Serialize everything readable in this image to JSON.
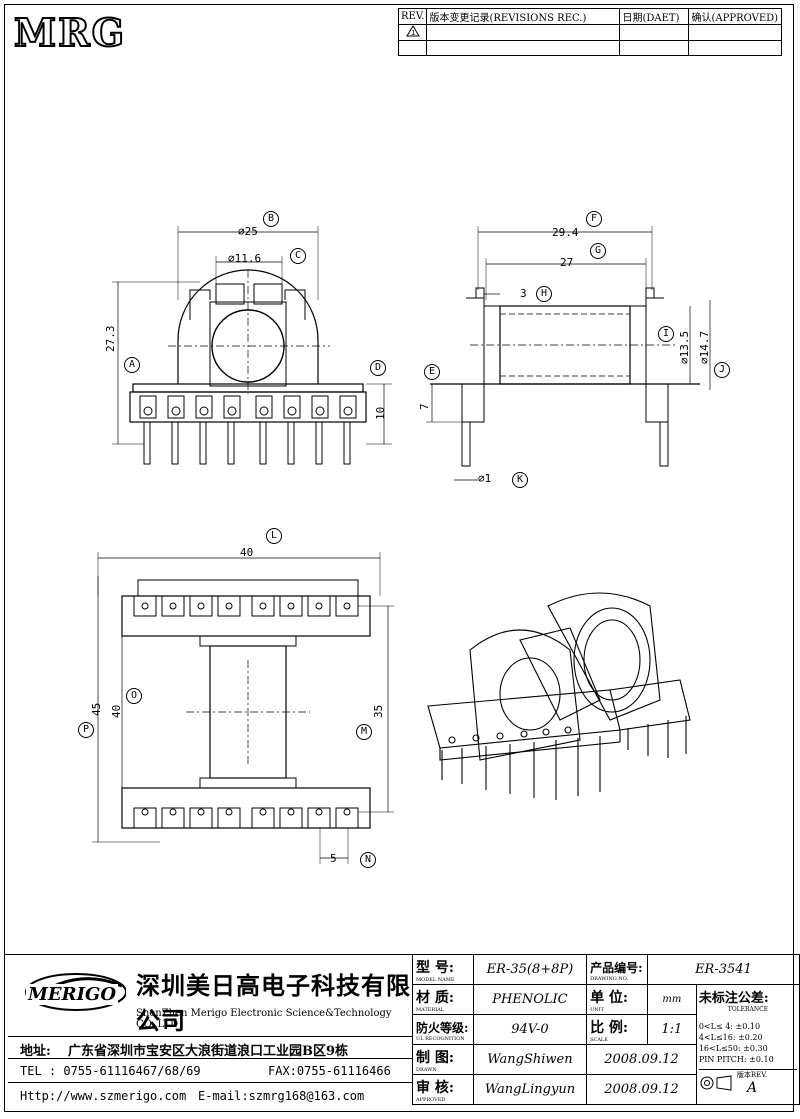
{
  "header": {
    "logo": "MRG",
    "revisions": {
      "col_rev": "REV.",
      "col_record": "版本变更记录(REVISIONS REC.)",
      "col_date": "日期(DAET)",
      "col_approved": "确认(APPROVED)",
      "row1_rev": "1"
    }
  },
  "dimensions": {
    "B": "B",
    "dia25": "⌀25",
    "C": "C",
    "dia11_6": "⌀11.6",
    "A": "A",
    "h27_3": "27.3",
    "D": "D",
    "h10": "10",
    "F": "F",
    "w29_4": "29.4",
    "G": "G",
    "w27": "27",
    "H": "H",
    "w3": "3",
    "I": "I",
    "dia13_5": "⌀13.5",
    "J": "J",
    "dia14_7": "⌀14.7",
    "E": "E",
    "h7": "7",
    "K": "K",
    "dia1": "⌀1",
    "L": "L",
    "w40": "40",
    "O": "O",
    "h40": "40",
    "P": "P",
    "h45": "45",
    "M": "M",
    "h35": "35",
    "N": "N",
    "p5": "5"
  },
  "title_block": {
    "company_cn": "深圳美日高电子科技有限公司",
    "company_en": "ShenZhen Merigo Electronic Science&Technology CO.,LTD",
    "logo2": "MERIGO",
    "address_label": "地址:",
    "address": "广东省深圳市宝安区大浪街道浪口工业园B区9栋",
    "tel": "TEL : 0755-61116467/68/69",
    "fax": "FAX:0755-61116466",
    "http": "Http://www.szmerigo.com",
    "email": "E-mail:szmrg168@163.com",
    "model_label": "型 号:",
    "model_sub": "MODEL NAME",
    "model": "ER-35(8+8P)",
    "drawing_label": "产品编号:",
    "drawing_sub": "DRAWING NO.",
    "drawing_no": "ER-3541",
    "material_label": "材 质:",
    "material_sub": "MATERIAL",
    "material": "PHENOLIC",
    "unit_label": "单 位:",
    "unit_sub": "UNIT",
    "unit": "mm",
    "ul_label": "防火等级:",
    "ul_sub": "UL RECOGNITION",
    "ul": "94V-0",
    "scale_label": "比 例:",
    "scale_sub": "SCALE",
    "scale": "1:1",
    "drawn_label": "制 图:",
    "drawn_sub": "DRAWN",
    "drawn": "WangShiwen",
    "drawn_date": "2008.09.12",
    "approved_label": "审 核:",
    "approved_sub": "APPROVED",
    "approved": "WangLingyun",
    "approved_date": "2008.09.12",
    "tolerance_label": "未标注公差:",
    "tolerance_sub": "TOLERANCE",
    "tol1": "0<L≤ 4:",
    "tol1v": "±0.10",
    "tol2": "4<L≤16:",
    "tol2v": "±0.20",
    "tol3": "16<L≤50:",
    "tol3v": "±0.30",
    "tol4": "PIN PITCH:",
    "tol4v": "±0.10",
    "rev_label": "版本REV.",
    "rev": "A"
  }
}
